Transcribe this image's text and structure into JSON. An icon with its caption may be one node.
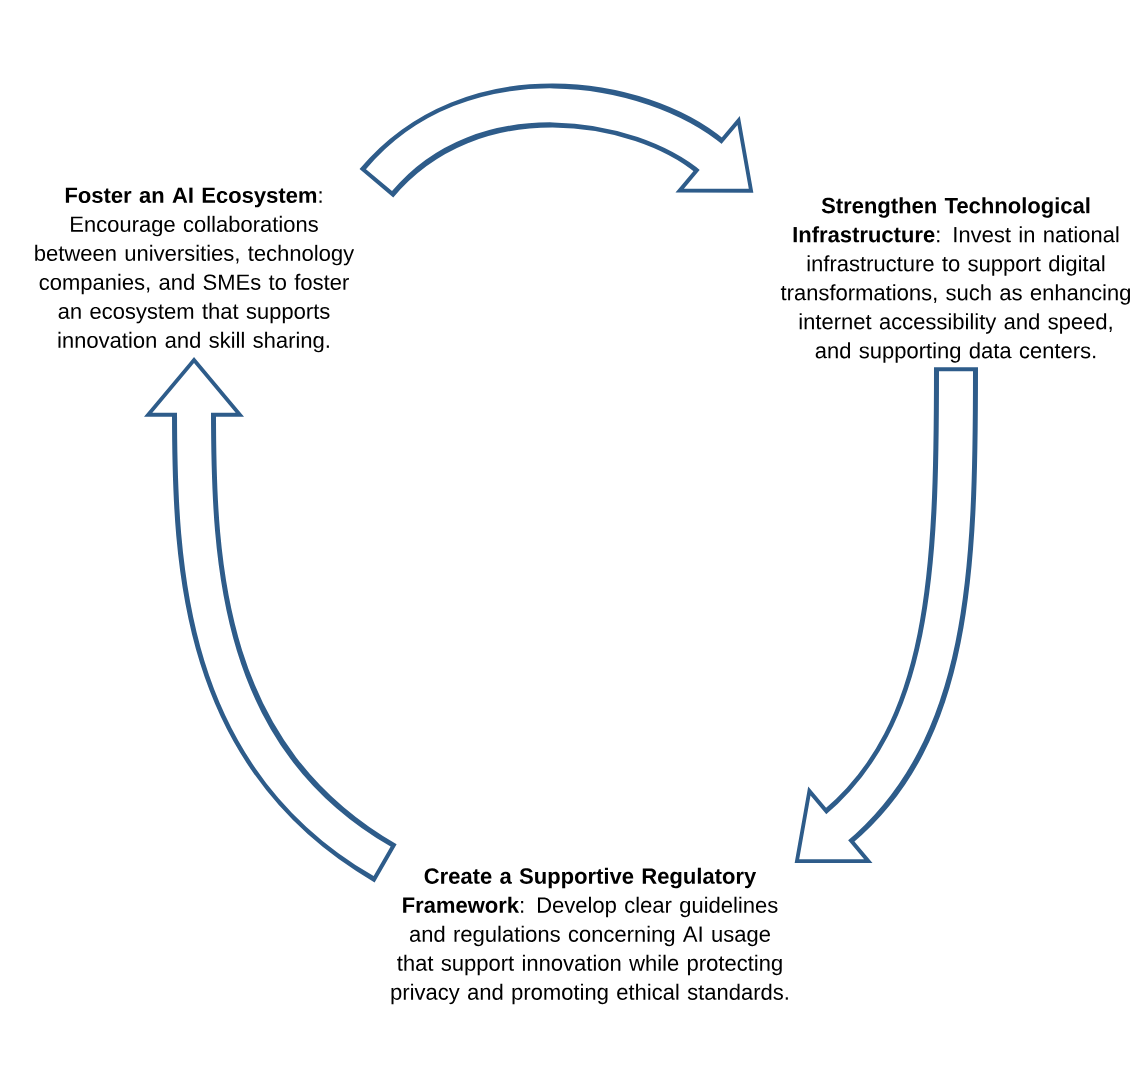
{
  "diagram": {
    "nodes": [
      {
        "text": [
          "**Foster an AI Ecosystem**: Encourage collaborations between universities, technology companies, and SMEs to foster an ecosystem that supports innovation and skill sharing."
        ]
      },
      {
        "text": [
          "**Strengthen Technological Infrastructure**: Invest in national infrastructure to support digital transformations, such as enhancing internet accessibility and speed, and supporting data centers."
        ]
      },
      {
        "text": [
          "**Create a Supportive Regulatory Framework**: Develop clear guidelines and regulations concerning AI usage that support innovation while protecting privacy and promoting ethical standards."
        ]
      }
    ],
    "edges": [
      {
        "from": 0,
        "to": 1,
        "arrow": "to"
      },
      {
        "from": 1,
        "to": 2,
        "arrow": "to"
      },
      {
        "from": 2,
        "to": 0,
        "arrow": "to"
      }
    ]
  }
}
